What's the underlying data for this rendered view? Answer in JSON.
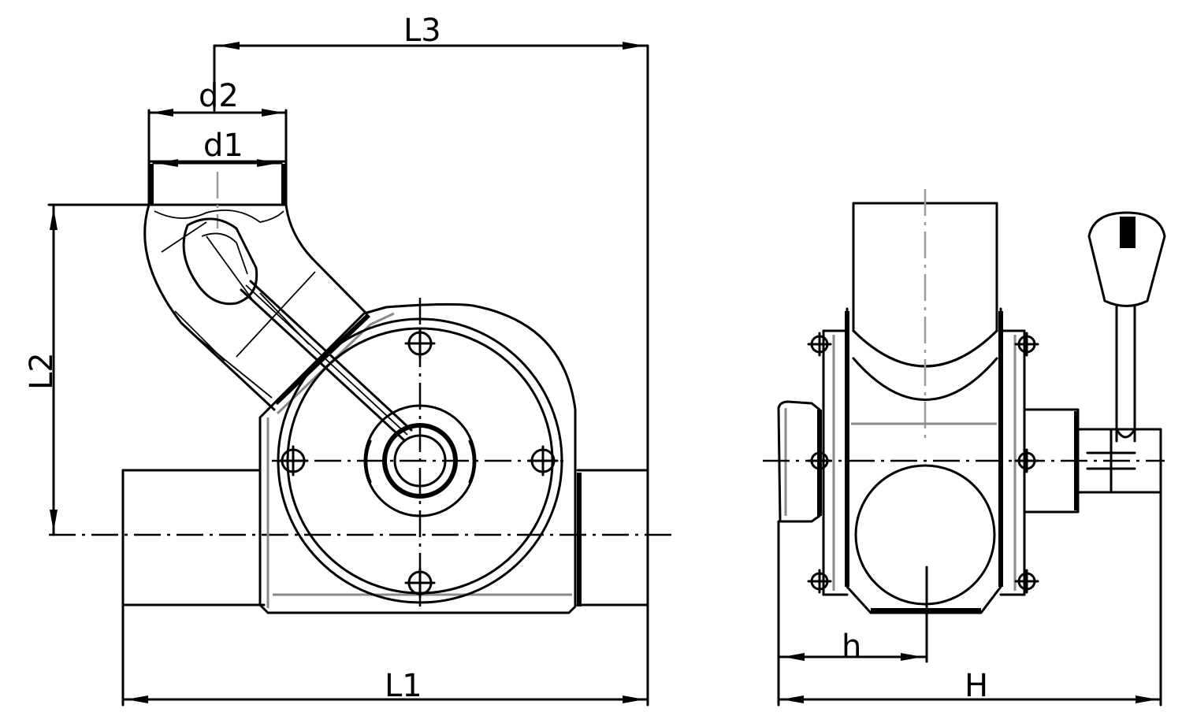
{
  "labels": {
    "L3": "L3",
    "d2": "d2",
    "d1": "d1",
    "L2": "L2",
    "L1": "L1",
    "h": "h",
    "H": "H"
  }
}
